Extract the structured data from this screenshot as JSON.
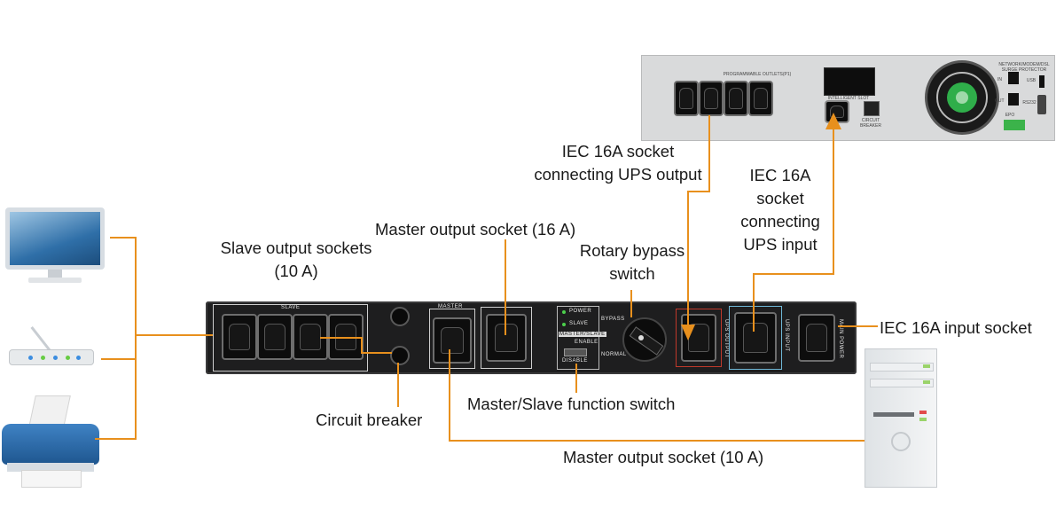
{
  "labels": {
    "slave_outputs_line1": "Slave output sockets",
    "slave_outputs_line2": "(10 A)",
    "master_16a": "Master output socket (16 A)",
    "rotary_line1": "Rotary bypass",
    "rotary_line2": "switch",
    "iec_out_line1": "IEC 16A socket",
    "iec_out_line2": "connecting UPS output",
    "iec_in_line1": "IEC 16A",
    "iec_in_line2": "socket",
    "iec_in_line3": "connecting",
    "iec_in_line4": "UPS input",
    "input_socket": "IEC 16A input socket",
    "circuit_breaker": "Circuit breaker",
    "master_slave_switch": "Master/Slave function switch",
    "master_10a": "Master output socket (10 A)"
  },
  "pdu_panel": {
    "slave": "SLAVE",
    "master": "MASTER",
    "power": "POWER",
    "slave_led": "SLAVE",
    "master_slave": "MASTER/SLAVE",
    "enable": "ENABLE",
    "disable": "DISABLE",
    "bypass": "BYPASS",
    "normal": "NORMAL",
    "ups_output": "UPS OUTPUT",
    "ups_input": "UPS INPUT",
    "main_power": "MAIN POWER"
  },
  "ups_panel": {
    "programmable_outlets": "PROGRAMMABLE OUTLETS(P1)",
    "intelligent_slot": "INTELLIGENT SLOT",
    "circuit_breaker": "CIRCUIT BREAKER",
    "network_protector": "NETWORK/MODEM/DSL SURGE PROTECTOR",
    "in": "IN",
    "out": "OUT",
    "usb": "USB",
    "rs232": "RS232",
    "epo": "EPO"
  },
  "colors": {
    "wire": "#e8901d",
    "ups_output_frame": "#c0392b",
    "ups_input_frame": "#6fb7d6",
    "led_green": "#4cd04c",
    "ups_fan_green": "#2fae4a"
  }
}
